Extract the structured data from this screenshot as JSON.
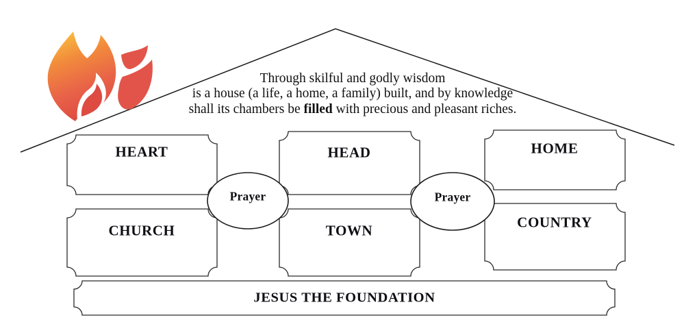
{
  "colors": {
    "flame_yellow": "#F9C341",
    "flame_orange": "#F28C3C",
    "flame_red": "#E86248",
    "flame_deep_red": "#DE4B41",
    "leaf_red": "#E2544A",
    "line": "#1f1f1f",
    "text": "#0e0e14"
  },
  "header": {
    "line1": "Through skilful and godly wisdom",
    "line2": "is a house (a life, a home, a family) built, and by knowledge",
    "line3_pre": "shall its chambers be",
    "line3_bold": "filled",
    "line3_post": "with precious and pleasant riches."
  },
  "rooms": [
    {
      "label": "HEART"
    },
    {
      "label": "HEAD"
    },
    {
      "label": "HOME"
    },
    {
      "label": "CHURCH"
    },
    {
      "label": "TOWN"
    },
    {
      "label": "COUNTRY"
    }
  ],
  "connectors": [
    {
      "label": "Prayer"
    },
    {
      "label": "Prayer"
    }
  ],
  "foundation": {
    "label": "JESUS THE FOUNDATION"
  },
  "icons": {
    "logo": "flame-icon"
  }
}
